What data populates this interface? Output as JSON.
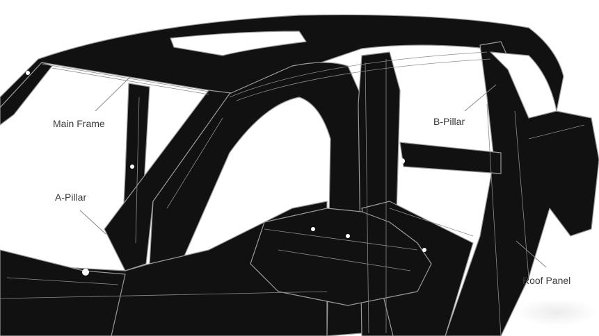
{
  "diagram": {
    "subject": "Vehicle body-in-white structure",
    "colors": {
      "body": "#111111",
      "outline": "#9a9a9a",
      "background": "#ffffff",
      "label": "#3a3a3a",
      "leader": "#8a8a8a"
    },
    "labels": [
      {
        "id": "main-frame",
        "text": "Main Frame"
      },
      {
        "id": "a-pillar",
        "text": "A-Pillar"
      },
      {
        "id": "b-pillar",
        "text": "B-Pillar"
      },
      {
        "id": "roof-panel",
        "text": "Roof Panel"
      }
    ]
  }
}
